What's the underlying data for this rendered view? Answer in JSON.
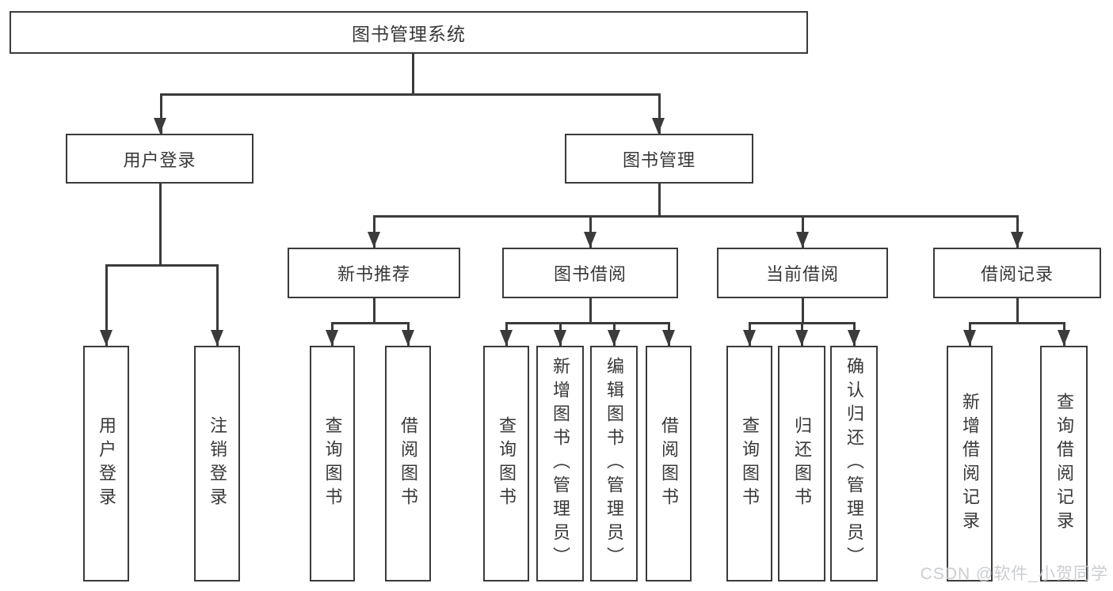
{
  "colors": {
    "line": "#3b3b3b",
    "text": "#383838",
    "watermark": "#c7c9cd",
    "bg": "#ffffff"
  },
  "root": {
    "label": "图书管理系统",
    "children": [
      {
        "label": "用户登录",
        "children": [
          {
            "label": "用户登录"
          },
          {
            "label": "注销登录"
          }
        ]
      },
      {
        "label": "图书管理",
        "children": [
          {
            "label": "新书推荐",
            "children": [
              {
                "label": "查询图书"
              },
              {
                "label": "借阅图书"
              }
            ]
          },
          {
            "label": "图书借阅",
            "children": [
              {
                "label": "查询图书"
              },
              {
                "label": "新增图书（管理员）"
              },
              {
                "label": "编辑图书（管理员）"
              },
              {
                "label": "借阅图书"
              }
            ]
          },
          {
            "label": "当前借阅",
            "children": [
              {
                "label": "查询图书"
              },
              {
                "label": "归还图书"
              },
              {
                "label": "确认归还（管理员）"
              }
            ]
          },
          {
            "label": "借阅记录",
            "children": [
              {
                "label": "新增借阅记录"
              },
              {
                "label": "查询借阅记录"
              }
            ]
          }
        ]
      }
    ]
  },
  "watermark": {
    "text": "CSDN @软件_小贺同学"
  }
}
